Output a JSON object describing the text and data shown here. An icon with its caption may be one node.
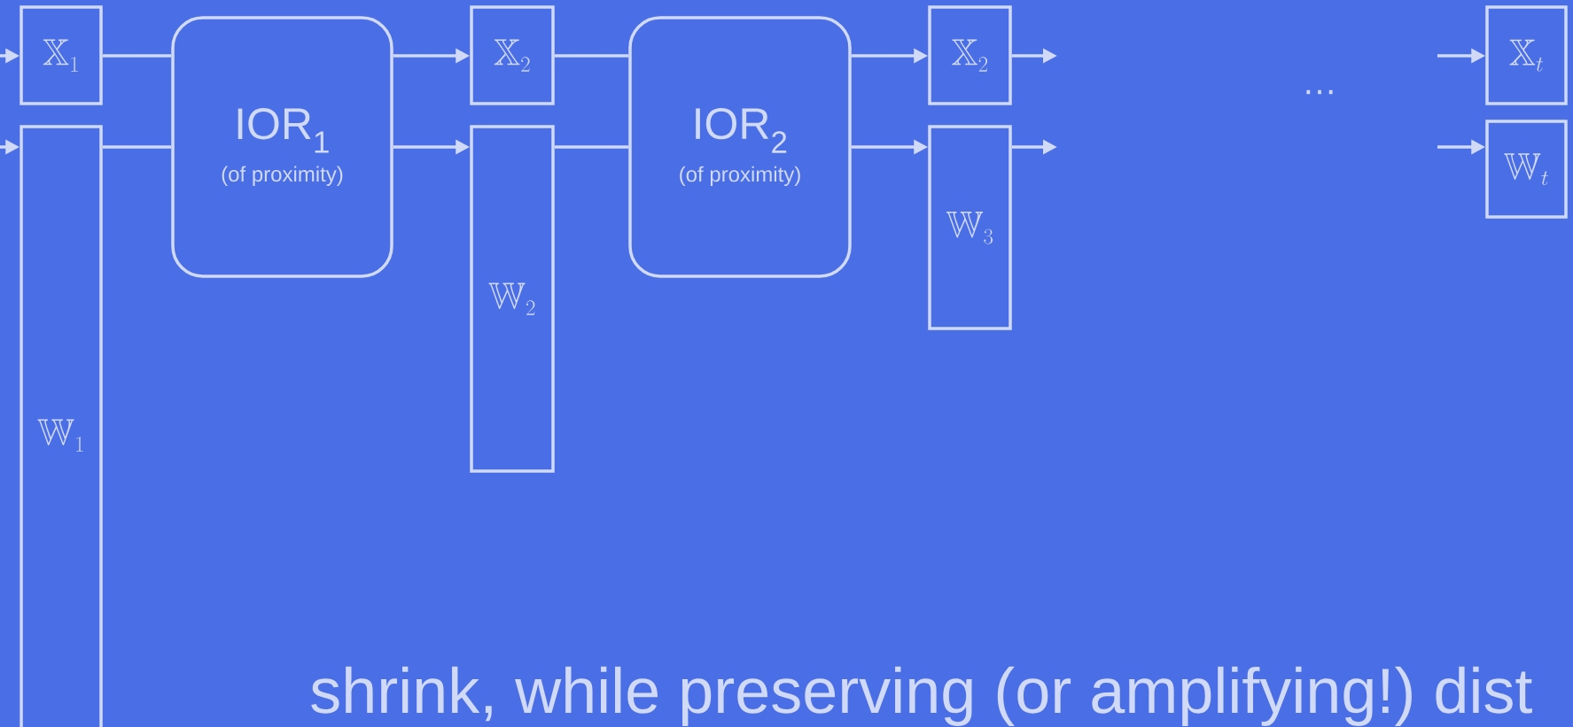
{
  "diagram": {
    "nodes": [
      {
        "text": [
          "\\mathbb{X}_1"
        ]
      },
      {
        "text": [
          "\\mathbb{W}_1"
        ]
      },
      {
        "text": [
          "IOR$_{1}$",
          "(of proximity)"
        ]
      },
      {
        "text": [
          "\\mathbb{X}_2"
        ]
      },
      {
        "text": [
          "\\mathbb{W}_2"
        ]
      },
      {
        "text": [
          "IOR$_{2}$",
          "(of proximity)"
        ]
      },
      {
        "text": [
          "\\mathbb{X}_2"
        ]
      },
      {
        "text": [
          "\\mathbb{W}_3"
        ]
      },
      {
        "text": [
          "\\mathbb{X}_t"
        ]
      },
      {
        "text": [
          "\\mathbb{W}_t"
        ]
      }
    ],
    "edges": [
      {
        "from": null,
        "to": 0,
        "arrow": "to"
      },
      {
        "from": null,
        "to": 1,
        "arrow": "to"
      },
      {
        "from": 0,
        "to": 2,
        "arrow": "none"
      },
      {
        "from": 1,
        "to": 2,
        "arrow": "none"
      },
      {
        "from": 2,
        "to": 3,
        "arrow": "to"
      },
      {
        "from": 2,
        "to": 4,
        "arrow": "to"
      },
      {
        "from": 3,
        "to": 5,
        "arrow": "none"
      },
      {
        "from": 4,
        "to": 5,
        "arrow": "none"
      },
      {
        "from": 5,
        "to": 6,
        "arrow": "to"
      },
      {
        "from": 5,
        "to": 7,
        "arrow": "to"
      },
      {
        "from": 6,
        "to": null,
        "arrow": "to"
      },
      {
        "from": 7,
        "to": null,
        "arrow": "to"
      },
      {
        "from": null,
        "to": 8,
        "arrow": "to"
      },
      {
        "from": null,
        "to": 9,
        "arrow": "to"
      }
    ],
    "labels": [
      "…",
      "shrink, while preserving (or amplifying!) dist"
    ]
  }
}
